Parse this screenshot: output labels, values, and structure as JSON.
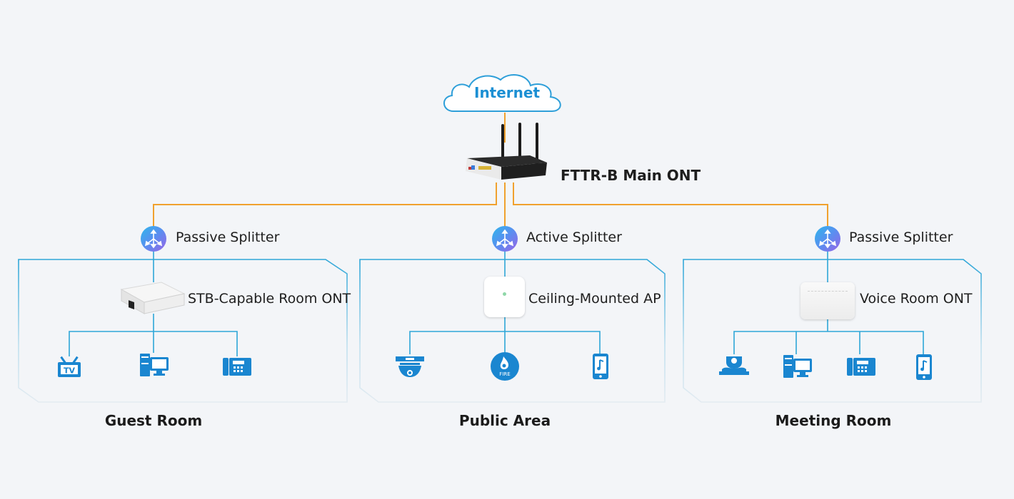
{
  "diagram": {
    "internet": {
      "label": "Internet",
      "icon": "cloud-icon"
    },
    "main_ont": {
      "label": "FTTR-B Main ONT",
      "icon": "router-icon"
    },
    "colors": {
      "fiber": "#f0a12e",
      "ethernet": "#2ea6d8",
      "icon_blue": "#1a86d0",
      "internet_text": "#1b8fd3"
    },
    "zones": [
      {
        "area": "Guest Room",
        "splitter": "Passive Splitter",
        "device": "STB-Capable Room ONT",
        "endpoints": [
          "tv-icon",
          "desktop-computer-icon",
          "ip-phone-icon"
        ]
      },
      {
        "area": "Public Area",
        "splitter": "Active Splitter",
        "device": "Ceiling-Mounted AP",
        "endpoints": [
          "dome-camera-icon",
          "fire-alarm-icon",
          "smartphone-music-icon"
        ],
        "fire_text": "FIRE"
      },
      {
        "area": "Meeting Room",
        "splitter": "Passive Splitter",
        "device": "Voice Room ONT",
        "endpoints": [
          "conference-camera-icon",
          "desktop-computer-icon",
          "ip-phone-icon",
          "smartphone-music-icon"
        ]
      }
    ]
  }
}
